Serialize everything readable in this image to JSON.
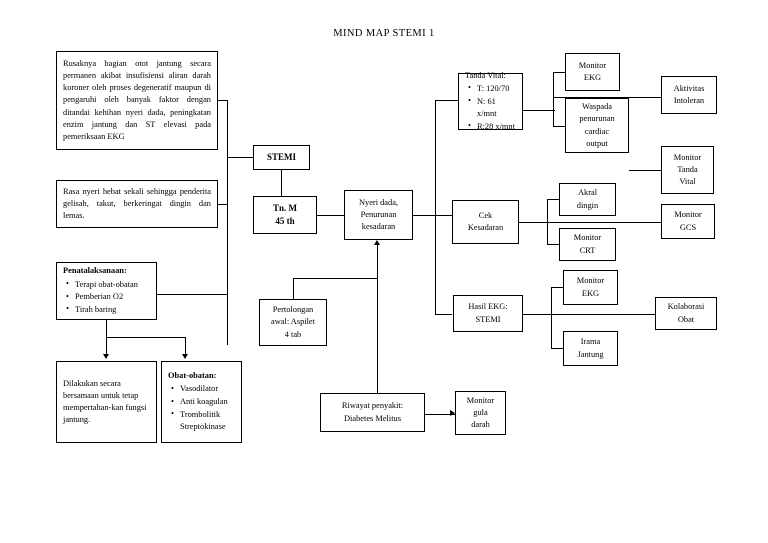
{
  "title": "MIND MAP STEMI 1",
  "nodes": {
    "definition": "Rusaknya bagian otot jantung secara permanen akibat insufisiensi aliran darah koroner oleh proses degeneratif maupun di pengaruhi oleh banyak faktor dengan ditandai kehihan nyeri dada, peningkatan enzim jantung dan ST elevasi pada pemeriksaan EKG",
    "pain": "Rasa nyeri hebat sekali sehingga penderita gelisah, takut, berkeringat dingin dan lemas.",
    "management_header": "Penatalaksanaan:",
    "management_items": [
      "Terapi obat-obatan",
      "Pemberian O2",
      "Tirah baring"
    ],
    "concurrent": "Dilakukan secara bersamaan untuk tetap mempertahan-kan fungsi jantung.",
    "drugs_header": "Obat-obatan:",
    "drugs_items": [
      "Vasodilator",
      "Anti koagulan",
      "Trombolitik Streptokinase"
    ],
    "stemi": "STEMI",
    "patient_line1": "Tn. M",
    "patient_line2": "45 th",
    "complaint_line1": "Nyeri dada,",
    "complaint_line2": "Penurunan",
    "complaint_line3": "kesadaran",
    "first_aid_line1": "Pertolongan",
    "first_aid_line2": "awal: Aspilet",
    "first_aid_line3": "4 tab",
    "history_line1": "Riwayat penyakit:",
    "history_line2": "Diabetes Melitus",
    "monitor_glucose_line1": "Monitor",
    "monitor_glucose_line2": "gula",
    "monitor_glucose_line3": "darah",
    "vitals_header": "Tanda Vital:",
    "vitals_items": [
      "T: 120/70",
      "N: 61 x/mnt",
      "R:28 x/mnt"
    ],
    "monitor_ekg_1_line1": "Monitor",
    "monitor_ekg_1_line2": "EKG",
    "cardiac_output_line1": "Waspada",
    "cardiac_output_line2": "penurunan",
    "cardiac_output_line3": "cardiac",
    "cardiac_output_line4": "output",
    "activity_line1": "Aktivitas",
    "activity_line2": "Intoleran",
    "monitor_vitals_line1": "Monitor",
    "monitor_vitals_line2": "Tanda",
    "monitor_vitals_line3": "Vital",
    "consciousness_line1": "Cek",
    "consciousness_line2": "Kesadaran",
    "cold_extremities_line1": "Akral",
    "cold_extremities_line2": "dingin",
    "monitor_crt_line1": "Monitor",
    "monitor_crt_line2": "CRT",
    "monitor_gcs_line1": "Monitor",
    "monitor_gcs_line2": "GCS",
    "ekg_result_line1": "Hasil EKG:",
    "ekg_result_line2": "STEMI",
    "monitor_ekg_2_line1": "Monitor",
    "monitor_ekg_2_line2": "EKG",
    "rhythm_line1": "Irama",
    "rhythm_line2": "Jantung",
    "collaboration_line1": "Kolaborasi",
    "collaboration_line2": "Obat"
  },
  "colors": {
    "border": "#000000",
    "background": "#ffffff",
    "text": "#000000"
  }
}
